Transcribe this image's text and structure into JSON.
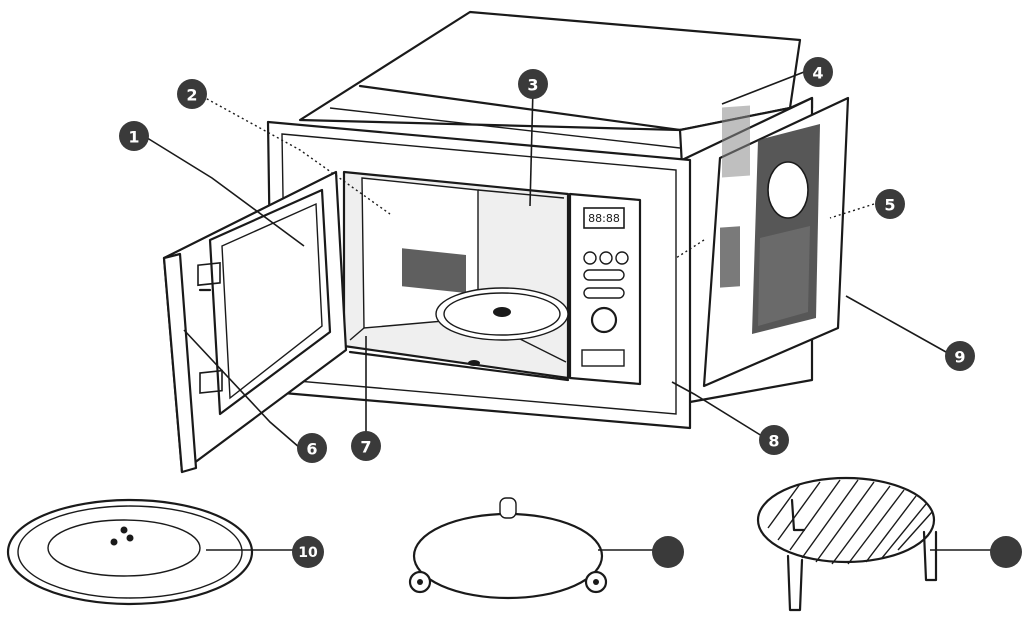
{
  "callouts": [
    {
      "id": "1",
      "label": "1"
    },
    {
      "id": "2",
      "label": "2"
    },
    {
      "id": "3",
      "label": "3"
    },
    {
      "id": "4",
      "label": "4"
    },
    {
      "id": "5",
      "label": "5"
    },
    {
      "id": "6",
      "label": "6"
    },
    {
      "id": "7",
      "label": "7"
    },
    {
      "id": "8",
      "label": "8"
    },
    {
      "id": "9",
      "label": "9"
    },
    {
      "id": "10",
      "label": "10"
    },
    {
      "id": "11",
      "label": ""
    },
    {
      "id": "12",
      "label": ""
    }
  ],
  "display": {
    "text": "88:88"
  }
}
